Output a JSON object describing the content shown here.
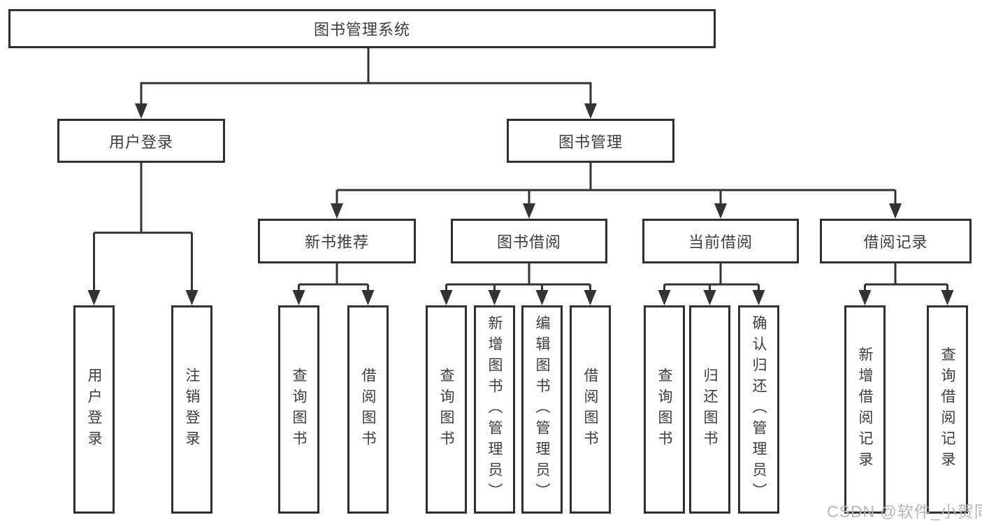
{
  "diagram": {
    "title": "图书管理系统",
    "nodes": {
      "root": {
        "label": "图书管理系统"
      },
      "user_login": {
        "label": "用户登录"
      },
      "book_management": {
        "label": "图书管理"
      },
      "new_book_recommend": {
        "label": "新书推荐"
      },
      "book_borrowing": {
        "label": "图书借阅"
      },
      "current_borrowing": {
        "label": "当前借阅"
      },
      "borrowing_records": {
        "label": "借阅记录"
      },
      "leaf_user_login": {
        "label": "用户登录"
      },
      "leaf_logout_login": {
        "label": "注销登录"
      },
      "leaf_query_books_rec": {
        "label": "查询图书"
      },
      "leaf_borrow_books_rec": {
        "label": "借阅图书"
      },
      "leaf_query_books_bor": {
        "label": "查询图书"
      },
      "leaf_add_books_admin": {
        "label": "新增图书（管理员）"
      },
      "leaf_edit_books_admin": {
        "label": "编辑图书（管理员）"
      },
      "leaf_borrow_books_bor": {
        "label": "借阅图书"
      },
      "leaf_query_books_cur": {
        "label": "查询图书"
      },
      "leaf_return_books": {
        "label": "归还图书"
      },
      "leaf_confirm_return_admin": {
        "label": "确认归还（管理员）"
      },
      "leaf_add_borrow_record": {
        "label": "新增借阅记录"
      },
      "leaf_query_borrow_record": {
        "label": "查询借阅记录"
      }
    },
    "hierarchy": {
      "图书管理系统": {
        "用户登录": [
          "用户登录",
          "注销登录"
        ],
        "图书管理": {
          "新书推荐": [
            "查询图书",
            "借阅图书"
          ],
          "图书借阅": [
            "查询图书",
            "新增图书（管理员）",
            "编辑图书（管理员）",
            "借阅图书"
          ],
          "当前借阅": [
            "查询图书",
            "归还图书",
            "确认归还（管理员）"
          ],
          "借阅记录": [
            "新增借阅记录",
            "查询借阅记录"
          ]
        }
      }
    }
  },
  "watermark": {
    "text": "CSDN @软件_小贺同学"
  },
  "colors": {
    "line": "#333333",
    "box_border": "#2f2f2f",
    "box_fill": "#ffffff",
    "text": "#3d3d3d",
    "watermark": "#b5b5b5",
    "background": "#ffffff"
  }
}
